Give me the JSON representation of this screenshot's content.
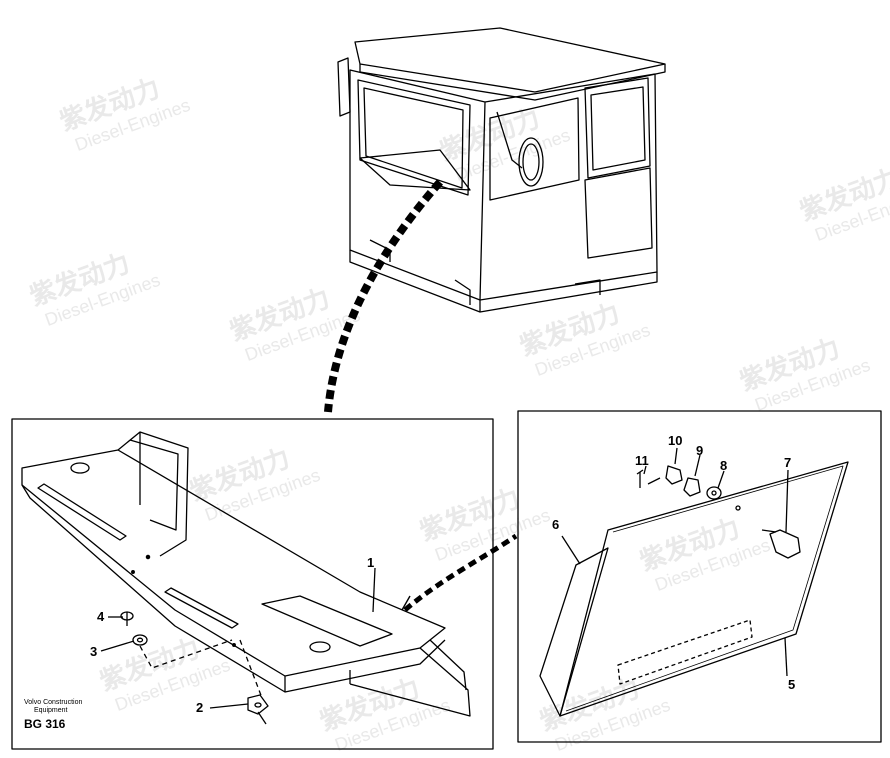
{
  "watermark": {
    "brand_cn": "紫发动力",
    "brand_en": "Diesel-Engines"
  },
  "callouts": {
    "c1": "1",
    "c2": "2",
    "c3": "3",
    "c4": "4",
    "c5": "5",
    "c6": "6",
    "c7": "7",
    "c8": "8",
    "c9": "9",
    "c10": "10",
    "c11": "11"
  },
  "caption": {
    "company_line1": "Volvo Construction",
    "company_line2": "Equipment",
    "code": "BG 316"
  }
}
